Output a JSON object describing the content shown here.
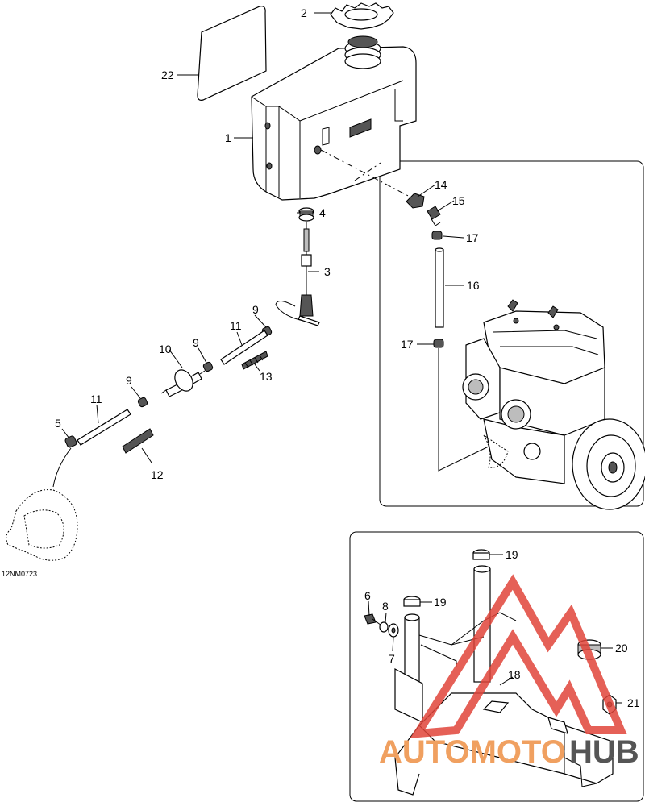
{
  "diagram_code": "12NM0723",
  "watermark": {
    "text_part1": "AUTOMOTO",
    "text_part2": "HUB",
    "color_primary": "#f0a060",
    "color_secondary": "#555555",
    "triangle_color": "#e0443a"
  },
  "callouts": {
    "c1": "1",
    "c2": "2",
    "c3": "3",
    "c4": "4",
    "c5": "5",
    "c6": "6",
    "c7": "7",
    "c8": "8",
    "c9a": "9",
    "c9b": "9",
    "c9c": "9",
    "c10": "10",
    "c11a": "11",
    "c11b": "11",
    "c12": "12",
    "c13": "13",
    "c14": "14",
    "c15": "15",
    "c16": "16",
    "c17a": "17",
    "c17b": "17",
    "c18": "18",
    "c19a": "19",
    "c19b": "19",
    "c20": "20",
    "c21": "21",
    "c22": "22"
  }
}
